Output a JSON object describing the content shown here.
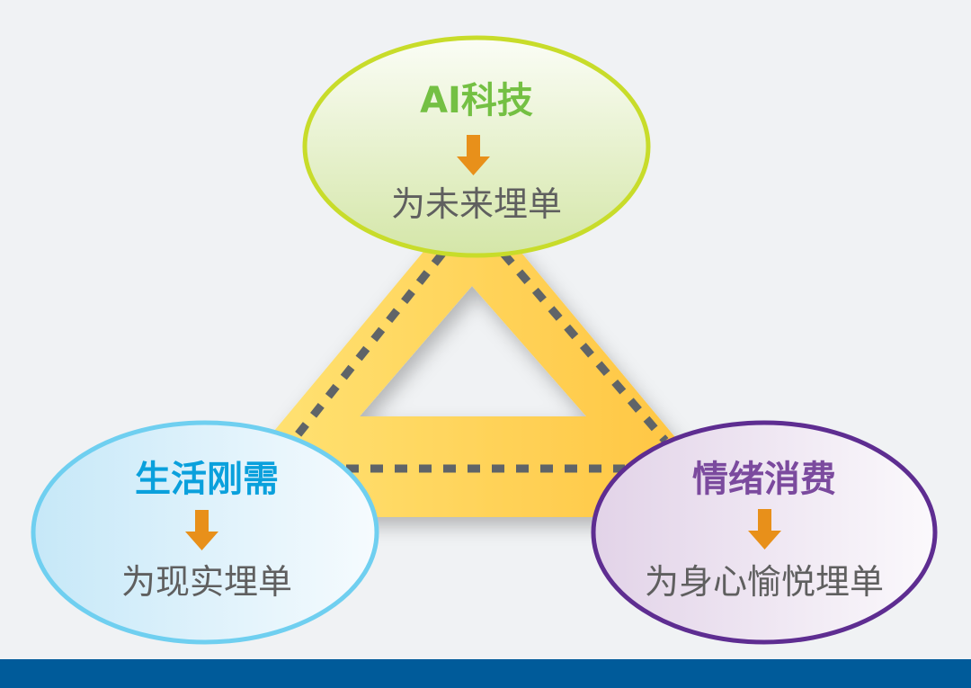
{
  "nodes": {
    "top": {
      "title": "AI科技",
      "subtitle": "为未来埋单",
      "title_color": "#74c043",
      "border_color": "#c8dc2a"
    },
    "left": {
      "title": "生活刚需",
      "subtitle": "为现实埋单",
      "title_color": "#0aa0dc",
      "border_color": "#6fcff0"
    },
    "right": {
      "title": "情绪消费",
      "subtitle": "为身心愉悦埋单",
      "title_color": "#7b4a9e",
      "border_color": "#5e2d91"
    }
  },
  "colors": {
    "arrow": "#e8901a",
    "triangle": "#ffc94a",
    "dash": "#5f6468",
    "footer": "#005b9a"
  }
}
